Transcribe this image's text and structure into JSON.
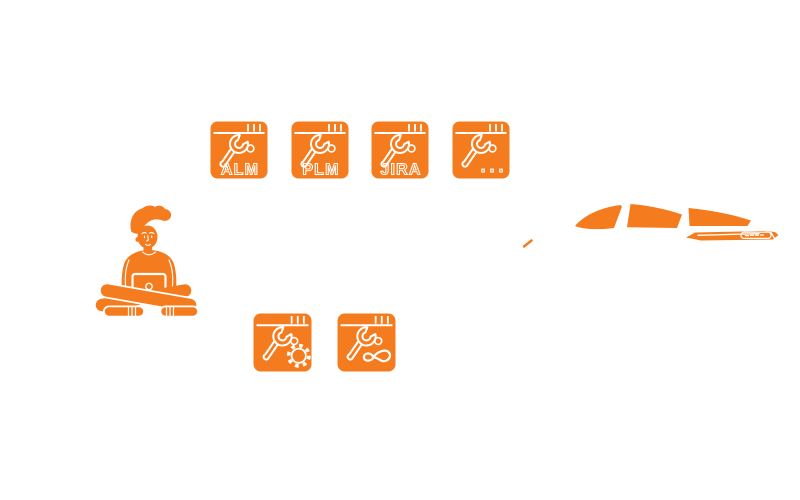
{
  "colors": {
    "background": "#ffffff",
    "accent_orange": "#f57c1e",
    "line_white": "#ffffff"
  },
  "tool_rows": {
    "top": [
      {
        "label": "ALM",
        "icon": "wrench-icon"
      },
      {
        "label": "PLM",
        "icon": "wrench-icon"
      },
      {
        "label": "JIRA",
        "icon": "wrench-icon"
      },
      {
        "label": "...",
        "icon": "wrench-icon"
      }
    ],
    "bottom": [
      {
        "label": "",
        "icon": "wrench-icon",
        "secondary_icon": "gear-icon"
      },
      {
        "label": "",
        "icon": "wrench-icon",
        "secondary_icon": "infinity-icon"
      }
    ]
  },
  "icons": {
    "wrench": "wrench-icon",
    "gear": "gear-icon",
    "infinity": "infinity-icon",
    "window_titlebar_ticks": "tab-ticks-icon"
  },
  "figures": {
    "developer": "person sitting cross-legged with laptop",
    "vehicle": "car silhouette (glass panes and rear light bar visible)"
  }
}
